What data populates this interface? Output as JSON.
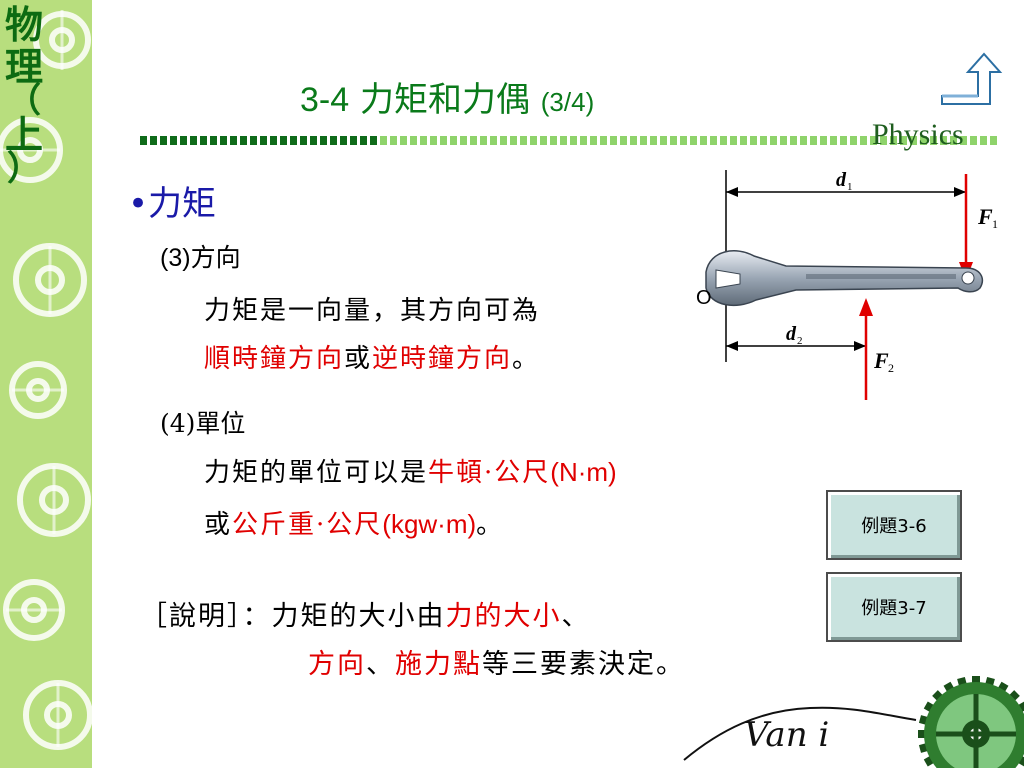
{
  "sidebar": {
    "title_chars": [
      "物",
      "理",
      "（",
      "上",
      "）"
    ]
  },
  "header": {
    "title_num": "3-4",
    "title_text": "力矩和力偶",
    "title_page": "(3/4)",
    "brand": "Physics"
  },
  "content": {
    "bullet": "•力矩",
    "section3": {
      "num": "(3)",
      "label": "方向"
    },
    "direction_text": "力矩是一向量，其方向可為",
    "direction_red1": "順時鐘方向",
    "direction_or": "或",
    "direction_red2": "逆時鐘方向",
    "direction_end": "。",
    "section4": {
      "num": "(4)",
      "label": "單位"
    },
    "unit_text": "力矩的單位可以是",
    "unit_red1": "牛頓·公尺",
    "unit_red1_sym": "(N·m)",
    "unit_or": "或",
    "unit_red2": "公斤重·公尺",
    "unit_red2_sym": "(kgw·m)",
    "unit_end": "。",
    "note_label": "［說明］：",
    "note_text1": "力矩的大小由",
    "note_red1": "力的大小",
    "note_sep1": "、",
    "note_red2": "方向",
    "note_sep2": "、",
    "note_red3": "施力點",
    "note_text2": "等三要素決定。"
  },
  "figure": {
    "label_d1": "d",
    "label_d1_sub": "1",
    "label_d2": "d",
    "label_d2_sub": "2",
    "label_f1": "F",
    "label_f1_sub": "1",
    "label_f2": "F",
    "label_f2_sub": "2",
    "label_o": "O"
  },
  "buttons": [
    {
      "label": "例題3-6"
    },
    {
      "label": "例題3-7"
    }
  ],
  "logo": {
    "text": "Van i"
  },
  "colors": {
    "accent_green": "#0a7a1a",
    "highlight_red": "#e00000",
    "bullet_blue": "#1a1aa8",
    "sidebar_green": "#b8de7e"
  }
}
